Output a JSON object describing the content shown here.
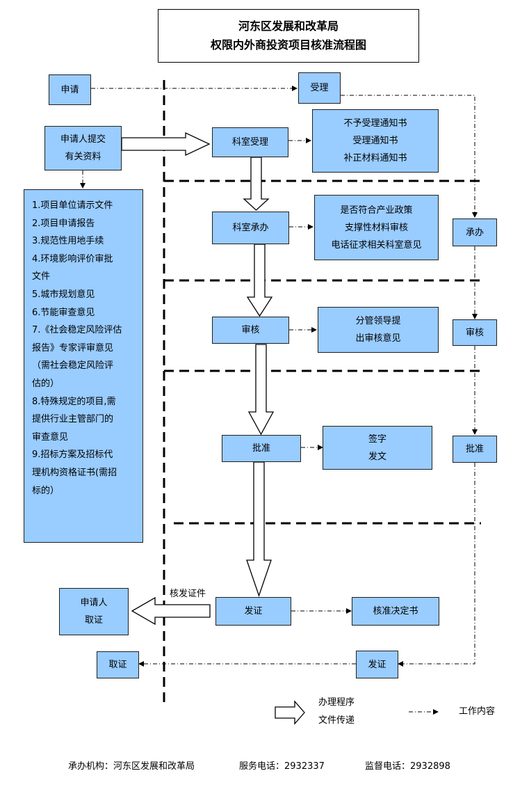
{
  "title": {
    "line1": "河东区发展和改革局",
    "line2": "权限内外商投资项目核准流程图"
  },
  "boxes": {
    "apply": "申请",
    "accept": "受理",
    "submit": [
      "申请人提交",
      "有关资料"
    ],
    "dept_accept": "科室受理",
    "notices": [
      "不予受理通知书",
      "受理通知书",
      "补正材料通知书"
    ],
    "dept_handle": "科室承办",
    "handle_content": [
      "是否符合产业政策",
      "支撑性材料审核",
      "电话征求相关科室意见"
    ],
    "undertake": "承办",
    "review": "审核",
    "review_content": [
      "分管领导提",
      "出审核意见"
    ],
    "review_right": "审核",
    "approve": "批准",
    "sign": [
      "签字",
      "发文"
    ],
    "approve_right": "批准",
    "applicant_get": [
      "申请人",
      "取证"
    ],
    "issue": "发证",
    "decision": "核准决定书",
    "get_cert": "取证",
    "issue_right": "发证"
  },
  "documents": [
    "1.项目单位请示文件",
    "2.项目申请报告",
    "3.规范性用地手续",
    "4.环境影响评价审批",
    "文件",
    "5.城市规划意见",
    "6.节能审查意见",
    "7.《社会稳定风险评估",
    "报告》专家评审意见",
    "（需社会稳定风险评",
    "估的）",
    "8.特殊规定的项目,需",
    "提供行业主管部门的",
    "审查意见",
    "9.招标方案及招标代",
    "理机构资格证书(需招",
    "标的）"
  ],
  "labels": {
    "issue_cert": "核发证件"
  },
  "legend": {
    "process": "办理程序",
    "transfer": "文件传递",
    "work": "工作内容"
  },
  "footer": {
    "org": "承办机构：河东区发展和改革局",
    "service": "服务电话：2932337",
    "supervise": "监督电话：2932898"
  },
  "colors": {
    "box_fill": "#99ccff",
    "line": "#000000"
  }
}
